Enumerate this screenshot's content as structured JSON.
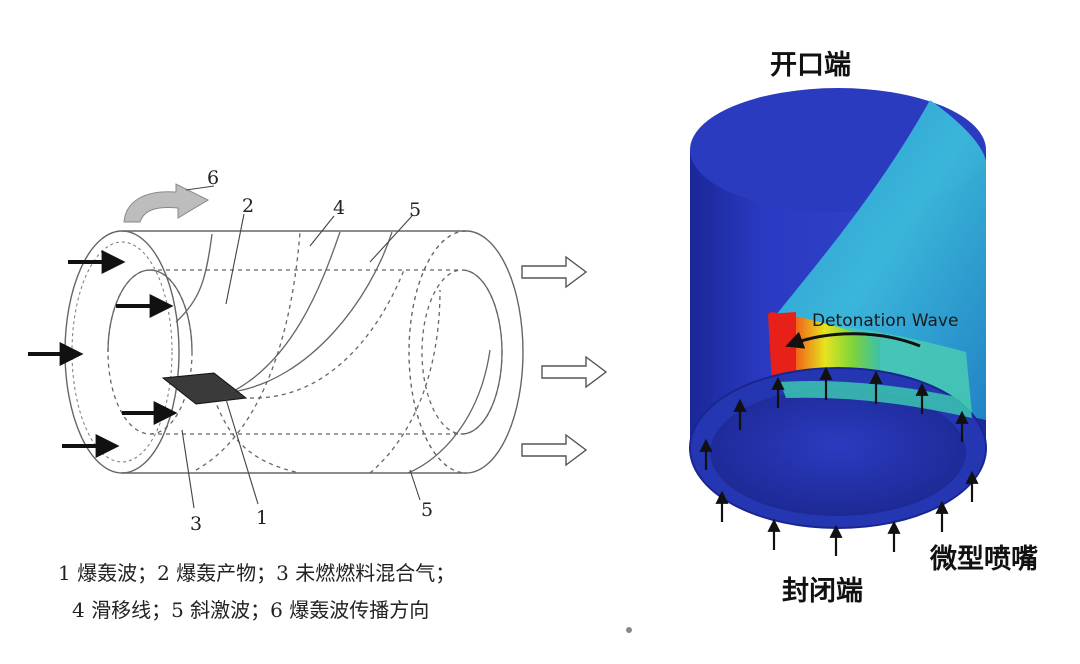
{
  "left_diagram": {
    "labels": {
      "l1": "1",
      "l2": "2",
      "l3": "3",
      "l4": "4",
      "l5a": "5",
      "l5b": "5",
      "l6": "6"
    },
    "legend": {
      "line1": "1 爆轰波；2 爆轰产物；3 未燃燃料混合气；",
      "line2": "4 滑移线；5 斜激波；6 爆轰波传播方向"
    }
  },
  "right_diagram": {
    "top_label": "开口端",
    "bottom_label": "封闭端",
    "nozzle_label": "微型喷嘴",
    "wave_label": "Detonation Wave"
  },
  "colors": {
    "tube_blue": "#2233b8",
    "front_red": "#e8221a",
    "front_yellow": "#e6e61e",
    "shock_cyan": "#38b6d8"
  }
}
